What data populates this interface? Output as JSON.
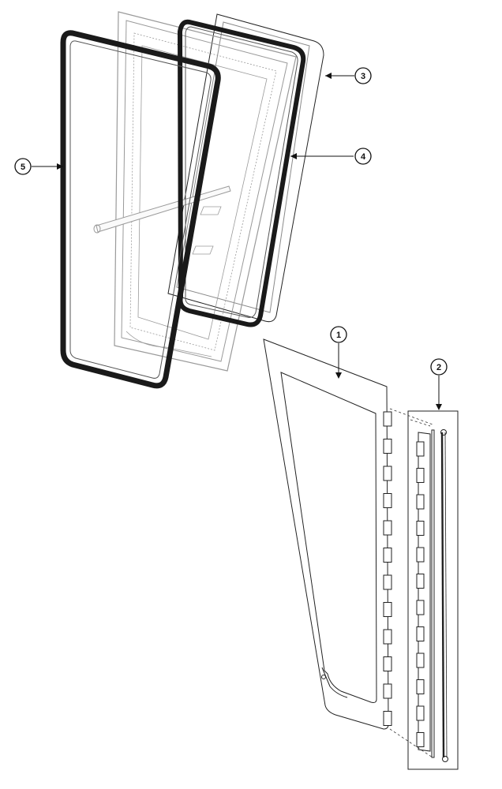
{
  "callouts": [
    {
      "id": "1",
      "label": "1"
    },
    {
      "id": "2",
      "label": "2"
    },
    {
      "id": "3",
      "label": "3"
    },
    {
      "id": "4",
      "label": "4"
    },
    {
      "id": "5",
      "label": "5"
    }
  ],
  "hinge_count": 12,
  "colors": {
    "line": "#222222",
    "light_line": "#8a8a8a",
    "gasket": "#1a1a1a",
    "background": "#ffffff"
  }
}
